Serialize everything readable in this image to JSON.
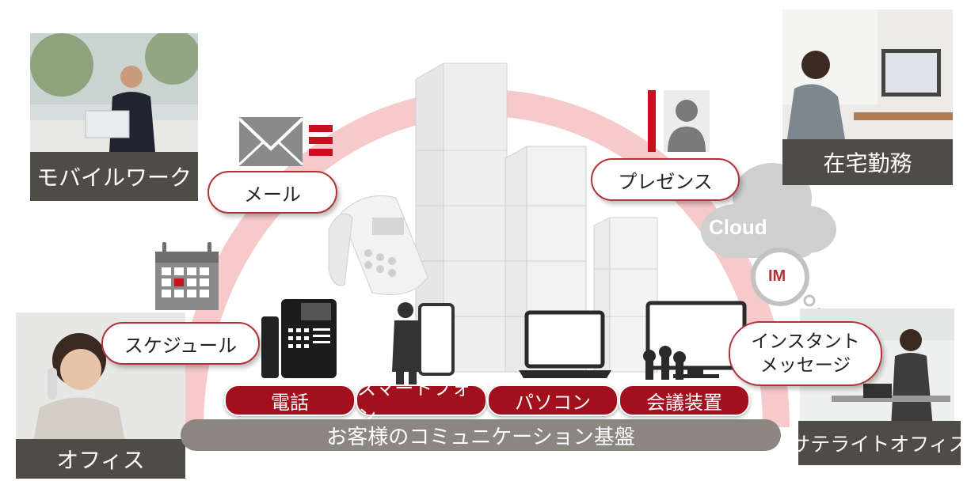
{
  "photos": {
    "mobile_label": "モバイルワーク",
    "home_label": "在宅勤務",
    "office_label": "オフィス",
    "satellite_label": "サテライトオフィス"
  },
  "services": {
    "mail": "メール",
    "presence": "プレゼンス",
    "schedule": "スケジュール",
    "instant_message_line1": "インスタント",
    "instant_message_line2": "メッセージ"
  },
  "devices": {
    "phone": "電話",
    "smartphone": "スマートフォン",
    "pc": "パソコン",
    "conference": "会議装置"
  },
  "platform_label": "お客様のコミュニケーション基盤",
  "cloud_label": "Cloud",
  "im_label": "IM",
  "colors": {
    "accent_red": "#a3101d",
    "ring_pink": "#f6c9cb",
    "caption_bg": "#4f4b45",
    "platform_bg": "#8b8780"
  }
}
